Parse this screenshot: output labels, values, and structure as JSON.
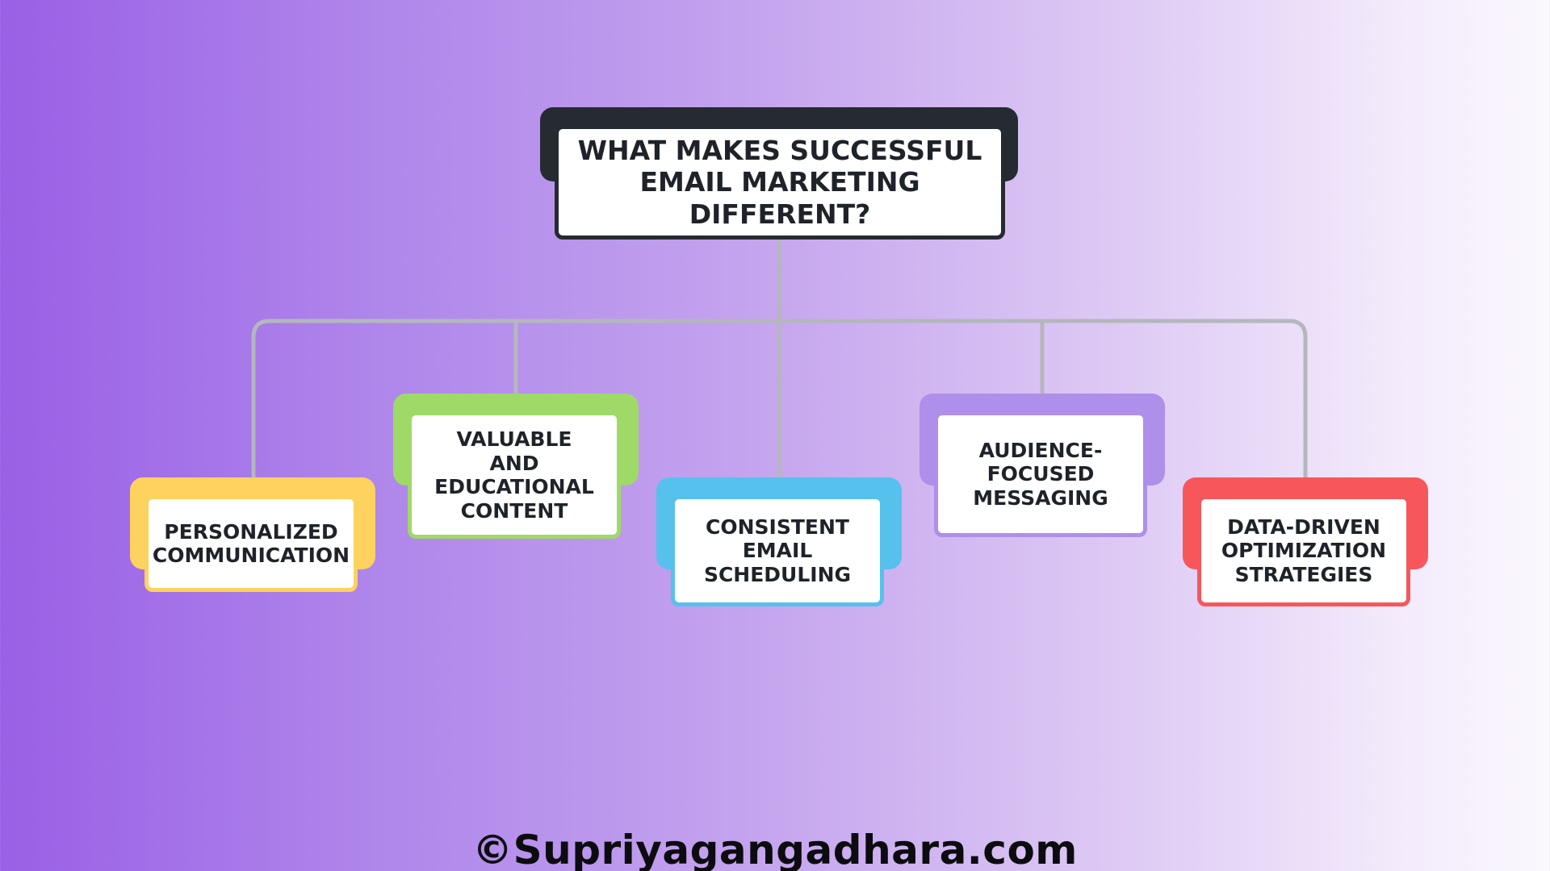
{
  "root": {
    "label": "WHAT MAKES SUCCESSFUL\nEMAIL MARKETING\nDIFFERENT?"
  },
  "children": [
    {
      "label": "PERSONALIZED\nCOMMUNICATION",
      "color": "#fdd25e"
    },
    {
      "label": "VALUABLE\nAND\nEDUCATIONAL\nCONTENT",
      "color": "#9fd968"
    },
    {
      "label": "CONSISTENT\nEMAIL\nSCHEDULING",
      "color": "#55c1ec"
    },
    {
      "label": "AUDIENCE-\nFOCUSED\nMESSAGING",
      "color": "#ae8fea"
    },
    {
      "label": "DATA-DRIVEN\nOPTIMIZATION\nSTRATEGIES",
      "color": "#f7575b"
    }
  ],
  "connector_color": "#b4b7bd",
  "footer": {
    "text": "©Supriyagangadhara.com"
  }
}
